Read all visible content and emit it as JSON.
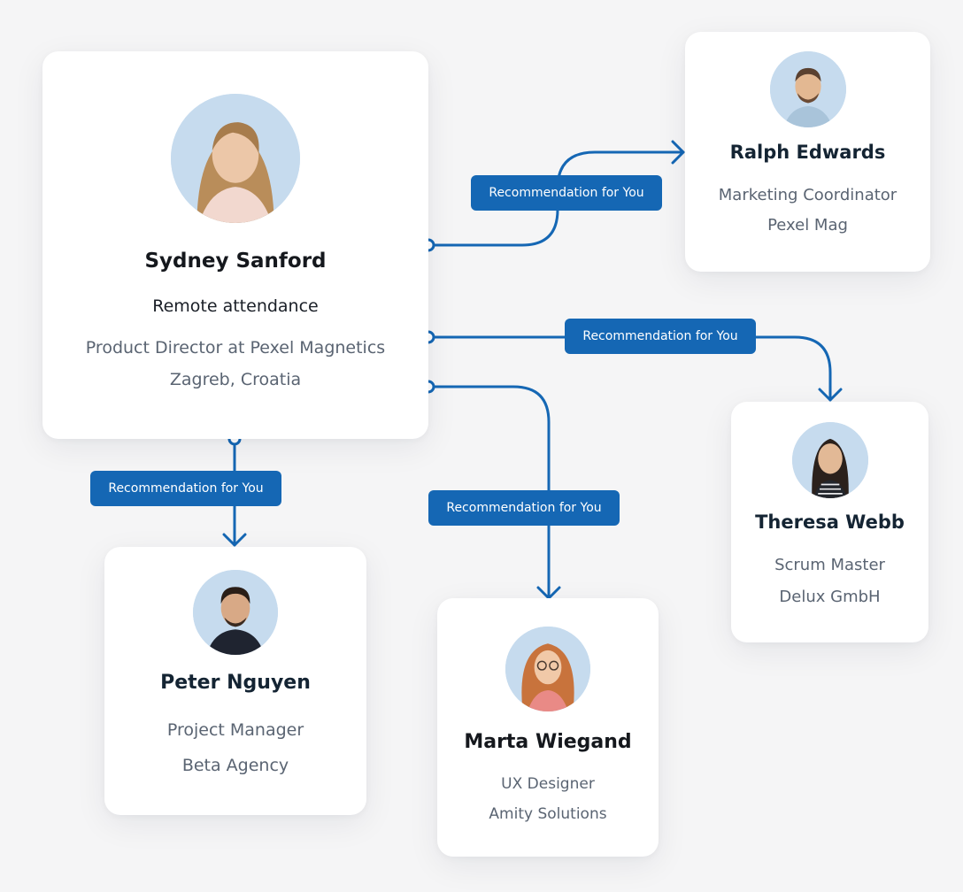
{
  "colors": {
    "accent": "#1567b4",
    "background": "#f5f5f6",
    "card": "#ffffff"
  },
  "main_profile": {
    "name": "Sydney Sanford",
    "status": "Remote attendance",
    "role": "Product Director at Pexel Magnetics",
    "location": "Zagreb, Croatia"
  },
  "profiles": {
    "ralph": {
      "name": "Ralph Edwards",
      "role": "Marketing Coordinator",
      "company": "Pexel Mag"
    },
    "theresa": {
      "name": "Theresa Webb",
      "role": "Scrum Master",
      "company": "Delux GmbH"
    },
    "peter": {
      "name": "Peter Nguyen",
      "role": "Project Manager",
      "company": "Beta Agency"
    },
    "marta": {
      "name": "Marta Wiegand",
      "role": "UX Designer",
      "company": "Amity Solutions"
    }
  },
  "recommendation_label": "Recommendation for You"
}
